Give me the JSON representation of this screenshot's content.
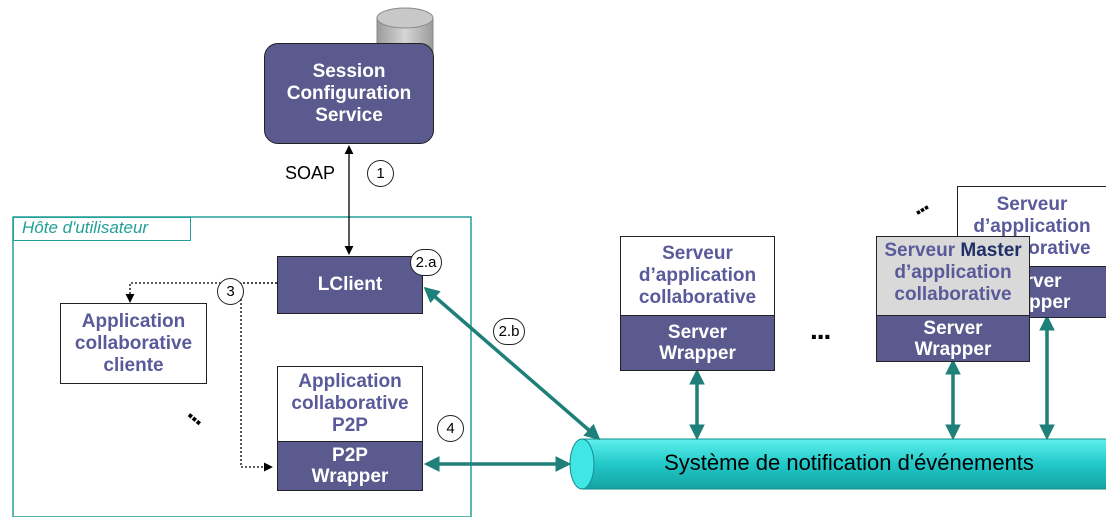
{
  "nodes": {
    "session_config": "Session\nConfiguration\nService",
    "host_label": "Hôte d'utilisateur",
    "lclient": "LClient",
    "app_cliente": "Application\ncollaborative\ncliente",
    "app_p2p": "Application\ncollaborative\nP2P",
    "p2p_wrapper": "P2P\nWrapper",
    "server1_top": "Serveur\nd’application\ncollaborative",
    "server1_wrapper": "Server\nWrapper",
    "server_back_top": "Serveur\nd’application\ncollaborative",
    "server_back_wrapper": "Server\nWrapper",
    "server_master_title": "Serveur",
    "server_master_badge": "Master",
    "server_master_rest": "d’application\ncollaborative",
    "server_master_wrapper": "Server\nWrapper",
    "bus": "Système de notification d'événements"
  },
  "labels": {
    "soap": "SOAP",
    "step1": "1",
    "step2a": "2.a",
    "step2b": "2.b",
    "step3": "3",
    "step4": "4",
    "ellipsis": "..."
  },
  "colors": {
    "purple": "#5a5a8e",
    "teal_arrow": "#1f7f79",
    "teal_frame": "#22a098",
    "bus_cyan": "#2fd8d8"
  }
}
